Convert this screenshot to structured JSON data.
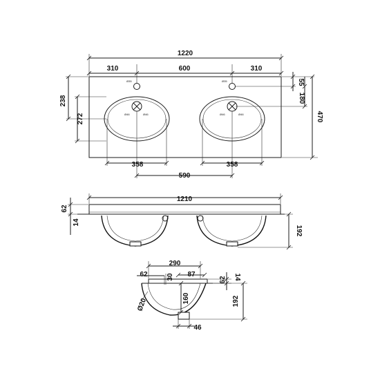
{
  "plan": {
    "overall_width": "1220",
    "left_margin": "310",
    "centres": "600",
    "right_margin": "310",
    "tap_offset": "55",
    "tap_to_centre": "180",
    "overall_depth": "470",
    "basin_front_left": "238",
    "basin_depth": "272",
    "basin_width_left": "358",
    "basin_width_right": "358",
    "basin_spacing": "590",
    "tap_label_1": "Ø35",
    "tap_label_2": "Ø35",
    "waste_label_1": "Ø46",
    "waste_label_2": "Ø46",
    "waste_label_3": "Ø46",
    "waste_label_4": "Ø46"
  },
  "front": {
    "overall_width": "1210",
    "slab_thickness": "62",
    "lip": "14",
    "total_height": "192"
  },
  "section": {
    "width": "290",
    "back_lip": "62",
    "rim_30": "30",
    "tap_87": "87",
    "right_62": "62",
    "right_14": "14",
    "bowl_depth": "160",
    "overflow": "Ø20",
    "total_height": "192",
    "waste_width": "46"
  }
}
